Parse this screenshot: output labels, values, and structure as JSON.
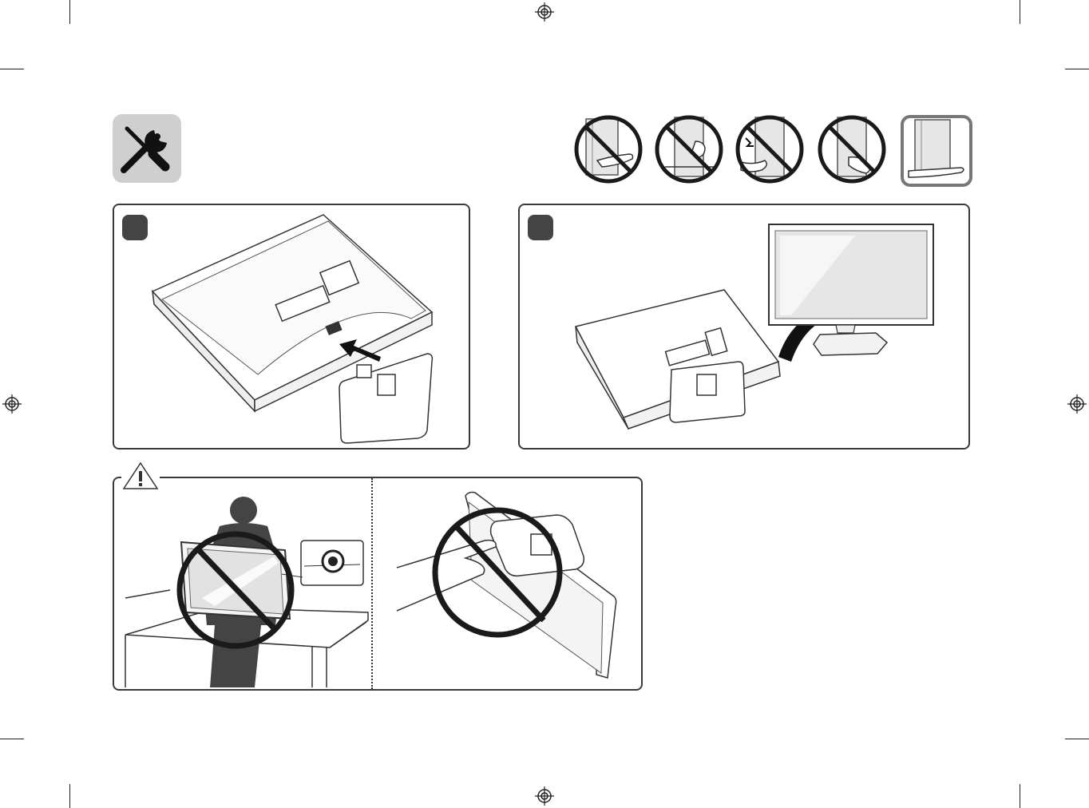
{
  "page": {
    "background": "#ffffff",
    "line_color": "#222222",
    "prohibit_color": "#1a1a1a",
    "tool_box_color": "#cfcfcf",
    "badge_color": "#444444"
  },
  "icons": {
    "tools": "wrench-screwdriver-icon",
    "registration": "registration-mark-icon",
    "caution": "warning-triangle-icon",
    "prohibited": "no-sign-icon",
    "arrow": "assembly-arrow-icon"
  },
  "handling_icons": [
    {
      "name": "no-hand-under-edge",
      "allowed": false
    },
    {
      "name": "no-grip-panel",
      "allowed": false
    },
    {
      "name": "no-impact-panel",
      "allowed": false
    },
    {
      "name": "no-lift-by-frame",
      "allowed": false
    },
    {
      "name": "support-from-bottom",
      "allowed": true
    }
  ],
  "steps": [
    {
      "id": "step-1",
      "label": ""
    },
    {
      "id": "step-2",
      "label": ""
    }
  ],
  "caution": {
    "label": ""
  }
}
